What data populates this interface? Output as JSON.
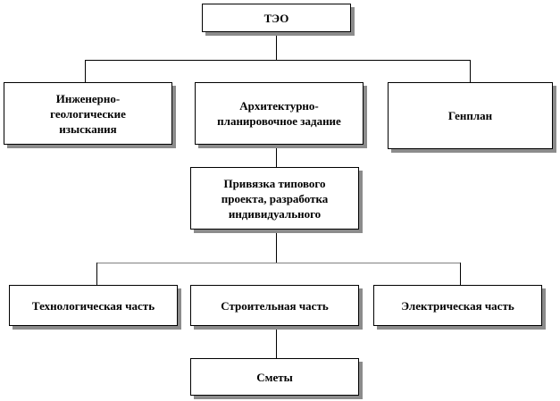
{
  "nodes": {
    "teo": "ТЭО",
    "engineering_surveys": "Инженерно-\nгеологические\nизыскания",
    "architectural_task": "Архитектурно-\nпланировочное задание",
    "master_plan": "Генплан",
    "project_binding": "Привязка типового\nпроекта, разработка\nиндивидуального",
    "technological_part": "Технологическая  часть",
    "construction_part": "Строительная часть",
    "electrical_part": "Электрическая  часть",
    "estimates": "Сметы"
  },
  "colors": {
    "line": "#000000",
    "box_border": "#000000",
    "box_shadow": "#8c8c8c",
    "background": "#ffffff"
  }
}
